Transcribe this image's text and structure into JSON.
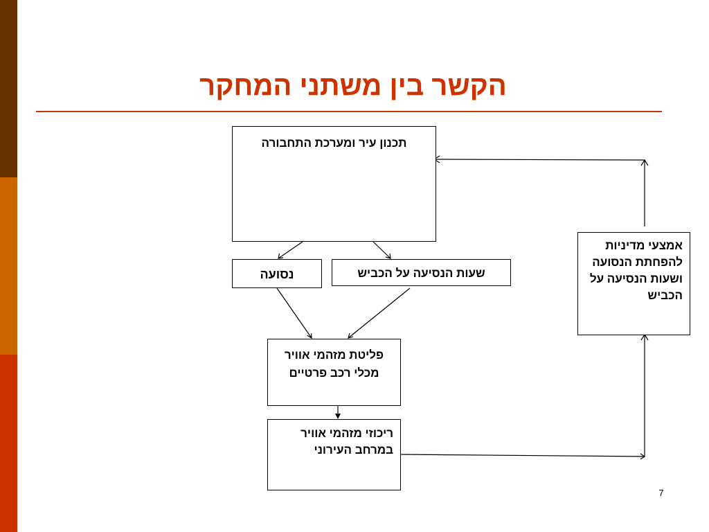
{
  "slide": {
    "title": "הקשר בין משתני המחקר",
    "page_number": "7"
  },
  "theme": {
    "title_color": "#cc3300",
    "accent_bars": [
      "#663300",
      "#cc6600",
      "#cc3300"
    ],
    "line_color": "#000000"
  },
  "diagram": {
    "nodes": {
      "urban_planning": "תכנון עיר ומערכת התחבורה",
      "travel": "נסועה",
      "road_hours": "שעות הנסיעה על הכביש",
      "emissions": "פליטת מזהמי אוויר מכלי רכב פרטיים",
      "concentrations": "ריכוזי מזהמי אוויר במרחב העירוני",
      "policy": "אמצעי מדיניות להפחתת הנסועה ושעות הנסיעה על הכביש"
    },
    "edges": [
      {
        "from": "urban_planning",
        "to": "travel"
      },
      {
        "from": "urban_planning",
        "to": "road_hours"
      },
      {
        "from": "travel",
        "to": "emissions"
      },
      {
        "from": "road_hours",
        "to": "emissions"
      },
      {
        "from": "emissions",
        "to": "concentrations"
      },
      {
        "from": "concentrations",
        "to": "policy"
      },
      {
        "from": "policy",
        "to": "urban_planning"
      }
    ]
  }
}
